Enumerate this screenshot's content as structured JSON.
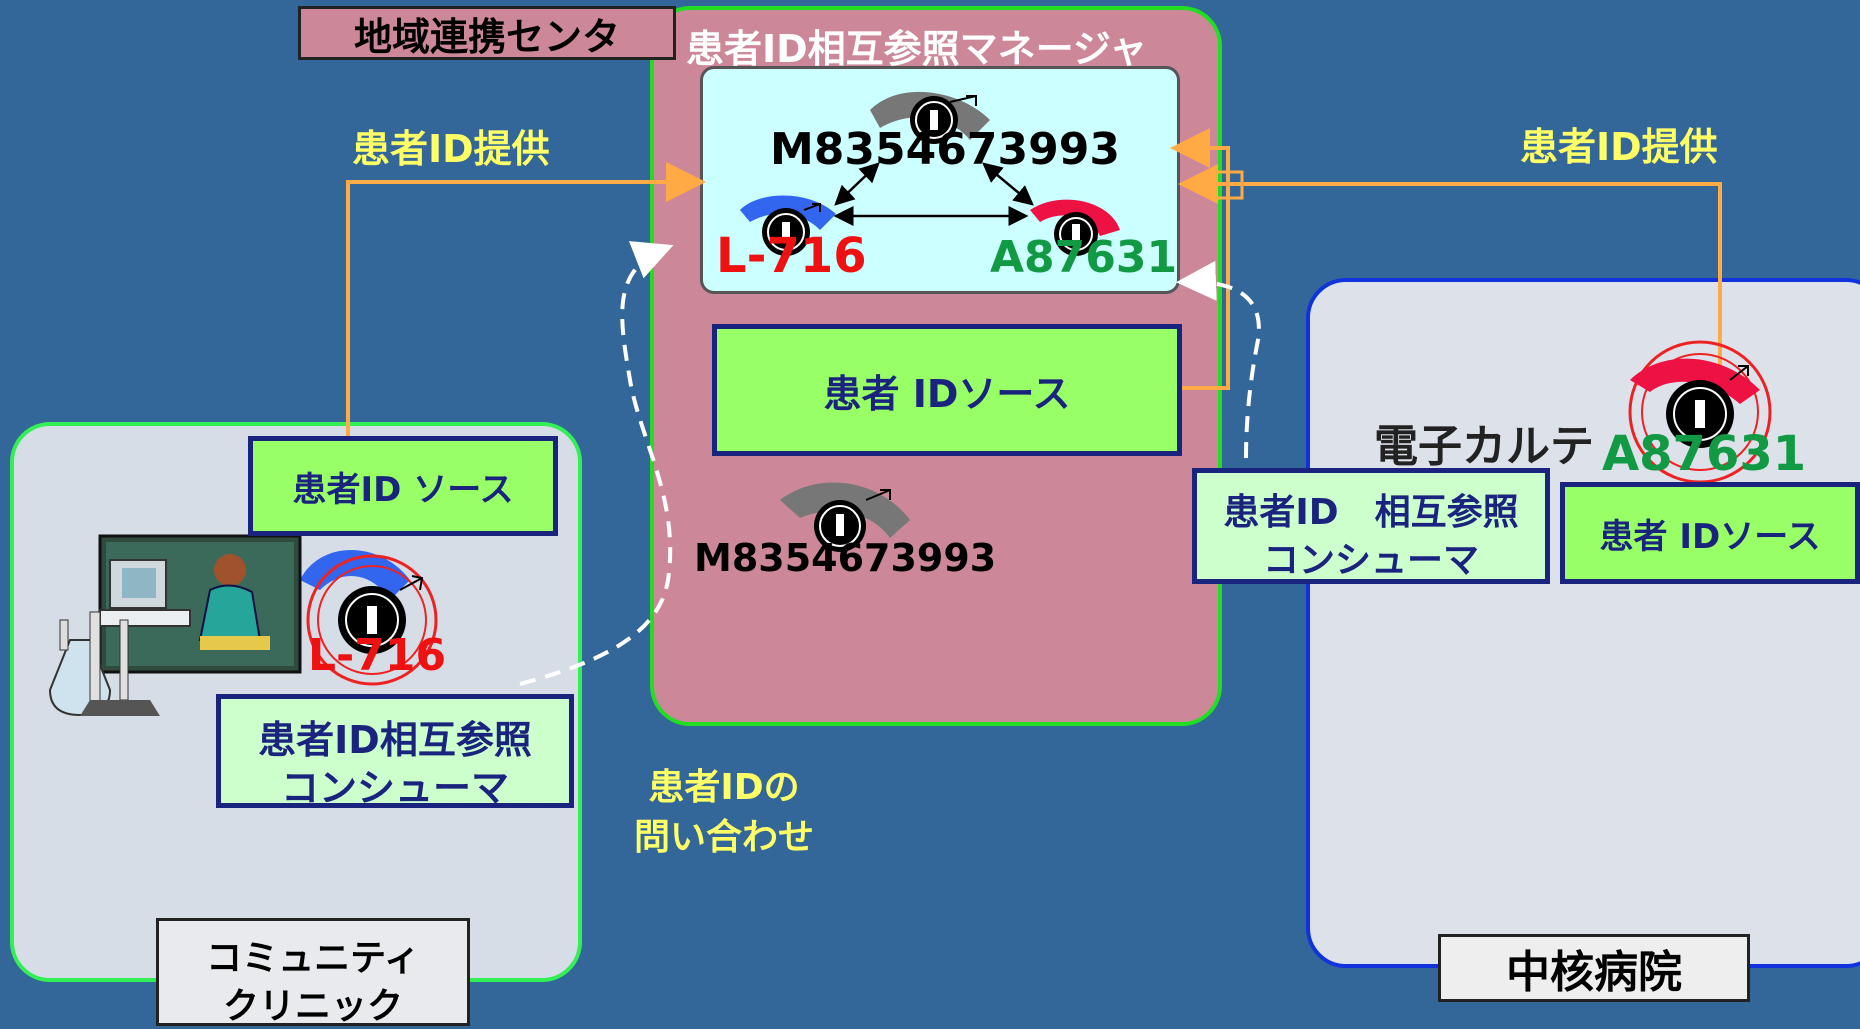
{
  "center": {
    "tag": "地域連携センタ",
    "title": "患者ID相互参照マネージャ",
    "master_id": "M8354673993",
    "local_id_left": "L-716",
    "local_id_right": "A87631",
    "id_source": "患者 IDソース",
    "bottom_id": "M8354673993"
  },
  "clinic": {
    "id_source": "患者ID ソース",
    "consumer_line1": "患者ID相互参照",
    "consumer_line2": "コンシューマ",
    "patient_id": "L-716",
    "name_line1": "コミュニティ",
    "name_line2": "クリニック"
  },
  "hospital": {
    "system_name": "電子カルテ",
    "patient_id": "A87631",
    "id_source": "患者 IDソース",
    "consumer_line1": "患者ID　相互参照",
    "consumer_line2": "コンシューマ",
    "name": "中核病院"
  },
  "labels": {
    "provide_left": "患者ID提供",
    "provide_right": "患者ID提供",
    "query_line1": "患者IDの",
    "query_line2": "問い合わせ"
  },
  "colors": {
    "background": "#336699",
    "center_panel": "#cc8899",
    "panel_border": "#22dd22",
    "provide_arrow": "#ffaa44",
    "id_red": "#ee1111",
    "id_green": "#119944"
  }
}
